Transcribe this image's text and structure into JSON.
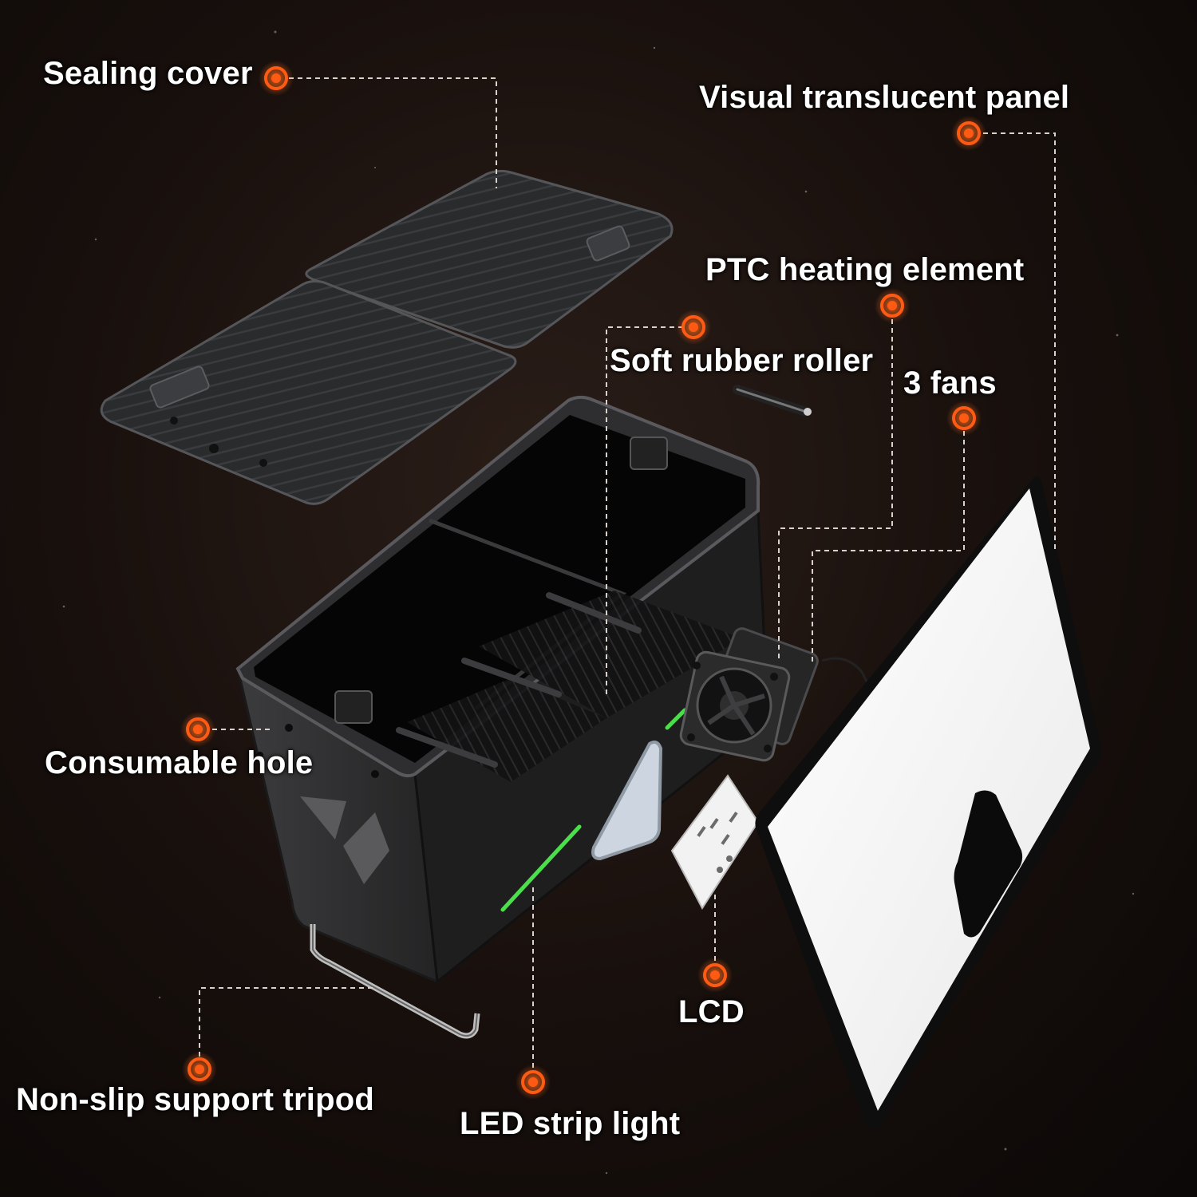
{
  "labels": {
    "sealing_cover": "Sealing cover",
    "visual_translucent_panel": "Visual translucent panel",
    "ptc_heating_element": "PTC heating element",
    "soft_rubber_roller": "Soft rubber roller",
    "three_fans": "3 fans",
    "consumable_hole": "Consumable hole",
    "lcd": "LCD",
    "non_slip_support_tripod": "Non-slip support tripod",
    "led_strip_light": "LED strip light"
  },
  "colors": {
    "marker": "#ff5a14",
    "leader_line": "#d9d2cc",
    "device_body": "#1b1b1c",
    "led": "#4be04b",
    "panel": "#f7f7f7"
  }
}
